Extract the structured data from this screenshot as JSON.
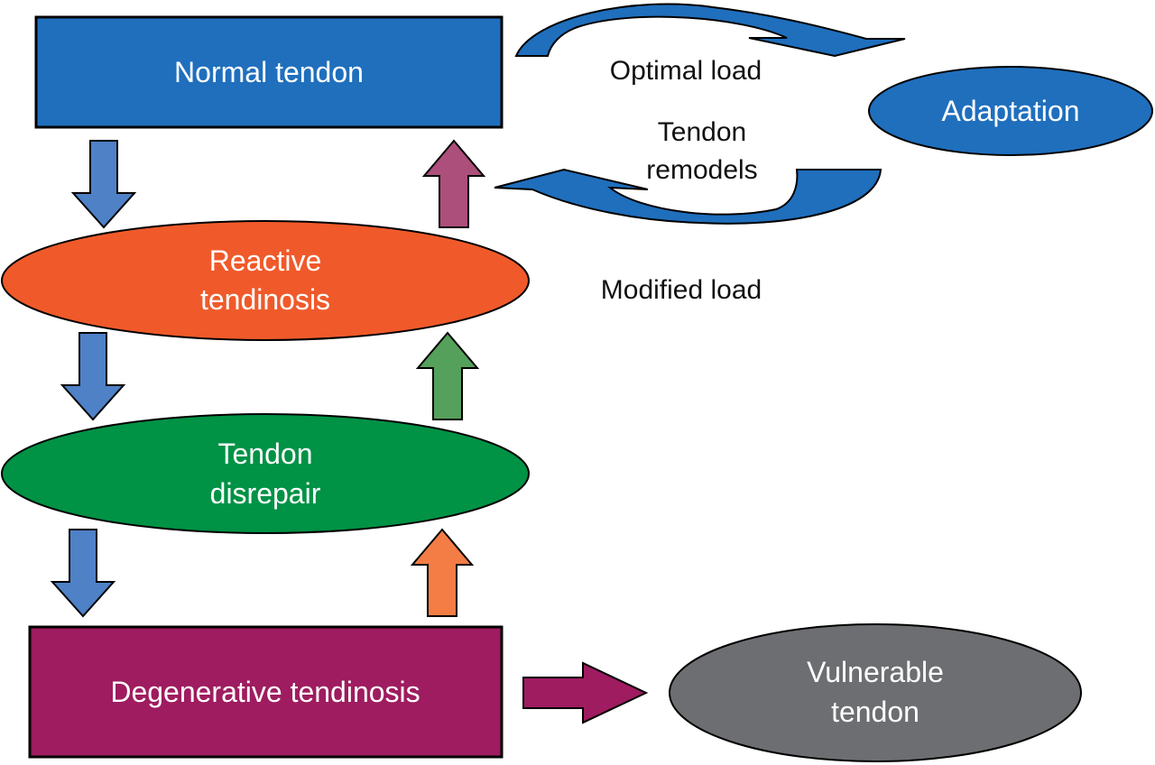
{
  "colors": {
    "normal_tendon": "#1f6fbd",
    "adaptation": "#1f6fbd",
    "cycle_arrows": "#1f6fbd",
    "reactive": "#f05a2a",
    "disrepair": "#009245",
    "degenerative": "#9e1c5f",
    "vulnerable": "#6d6e71",
    "down_arrows": "#4f81c7",
    "up_arrow_1": "#ad4f7b",
    "up_arrow_2": "#55a05a",
    "up_arrow_3": "#f37d45",
    "right_arrow": "#9e1c5f"
  },
  "nodes": {
    "normal_tendon": "Normal tendon",
    "adaptation": "Adaptation",
    "reactive": [
      "Reactive",
      "tendinosis"
    ],
    "disrepair": [
      "Tendon",
      "disrepair"
    ],
    "degenerative": "Degenerative tendinosis",
    "vulnerable": [
      "Vulnerable",
      "tendon"
    ]
  },
  "labels": {
    "optimal_load": "Optimal load",
    "tendon_remodels": [
      "Tendon",
      "remodels"
    ],
    "modified_load": "Modified load"
  }
}
